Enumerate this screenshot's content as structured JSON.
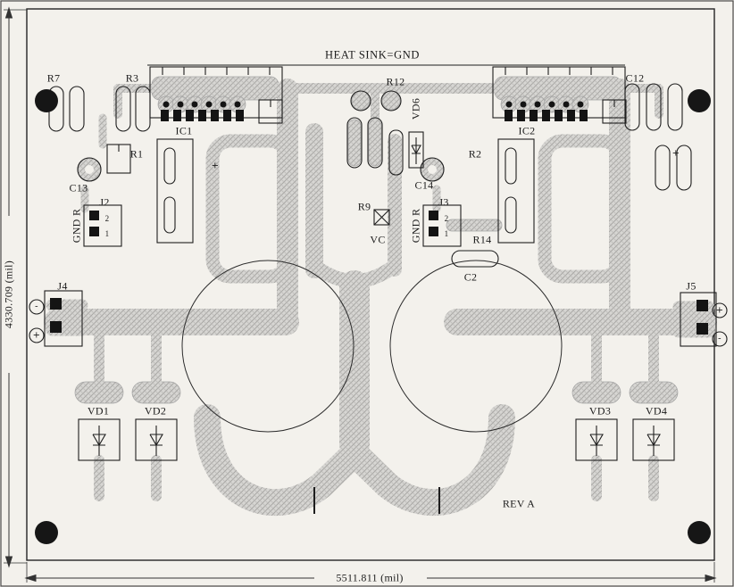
{
  "board": {
    "title": "HEAT SINK=GND",
    "rev": "REV A",
    "dims": {
      "height": "4330.709 (mil)",
      "width": "5511.811 (mil)"
    }
  },
  "labels": {
    "r7": "R7",
    "r3": "R3",
    "r12": "R12",
    "c12": "C12",
    "vd6": "VD6",
    "ic1": "IC1",
    "ic2": "IC2",
    "r1": "R1",
    "r2": "R2",
    "c13": "C13",
    "c14": "C14",
    "j2": "J2",
    "j3": "J3",
    "gnd_r": "GND R",
    "r9": "R9",
    "vc": "VC",
    "r14": "R14",
    "c2": "C2",
    "j4": "J4",
    "j5": "J5",
    "vd1": "VD1",
    "vd2": "VD2",
    "vd3": "VD3",
    "vd4": "VD4"
  },
  "pins": {
    "p1": "1",
    "p2": "2"
  },
  "marks": {
    "plus": "+",
    "minus": "-"
  },
  "colors": {
    "copper_pour": "#d7d6d3",
    "copper_hatch": "#a9a8a5",
    "silkscreen": "#1e1e1e",
    "pad": "#141414",
    "paper": "#f3f1ec"
  }
}
